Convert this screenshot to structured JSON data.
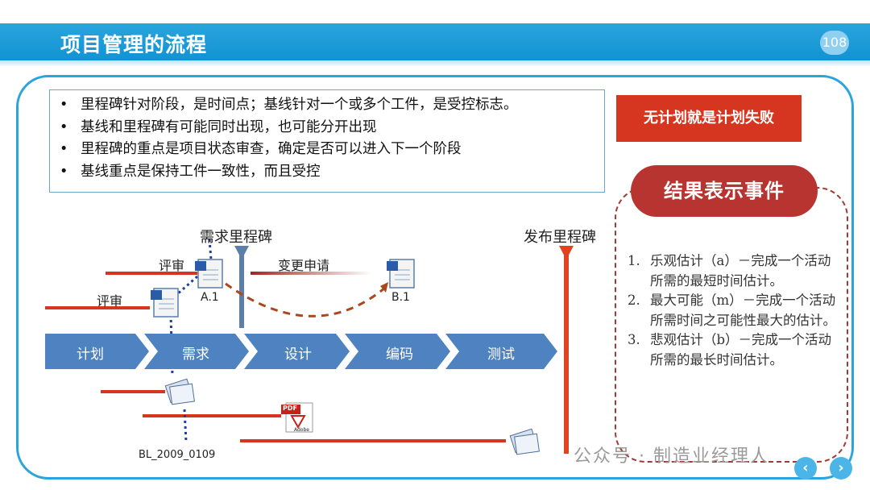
{
  "header": {
    "title": "项目管理的流程",
    "page_number": "108"
  },
  "bullets": [
    "里程碑针对阶段，是时间点；基线针对一个或多个工件，是受控标志。",
    "基线和里程碑有可能同时出现，也可能分开出现",
    "里程碑的重点是项目状态审查，确定是否可以进入下一个阶段",
    "基线重点是保持工件一致性，而且受控"
  ],
  "callout": "无计划就是计划失败",
  "result": {
    "title": "结果表示事件",
    "items": [
      {
        "num": "1.",
        "text": "乐观估计（a）－完成一个活动所需的最短时间估计。"
      },
      {
        "num": "2.",
        "text": "最大可能（m）－完成一个活动所需时间之可能性最大的估计。"
      },
      {
        "num": "3.",
        "text": "悲观估计（b）－完成一个活动所需的最长时间估计。"
      }
    ]
  },
  "diagram": {
    "milestone_requirements": "需求里程碑",
    "milestone_release": "发布里程碑",
    "review_1": "评审",
    "review_2": "评审",
    "change_request": "变更申请",
    "doc_a1": "A.1",
    "doc_b1": "B.1",
    "baseline": "BL_2009_0109",
    "pdf_label": "PDF",
    "adobe_label": "Adobe",
    "stages": [
      "计划",
      "需求",
      "设计",
      "编码",
      "测试"
    ]
  },
  "watermark": "公众号 · 制造业经理人",
  "nav": {
    "prev": "‹",
    "next": "›"
  },
  "colors": {
    "header": "#1a9ad8",
    "accent_red": "#d6361f",
    "pill": "#b83430",
    "stage_blue": "#4f82c0"
  }
}
